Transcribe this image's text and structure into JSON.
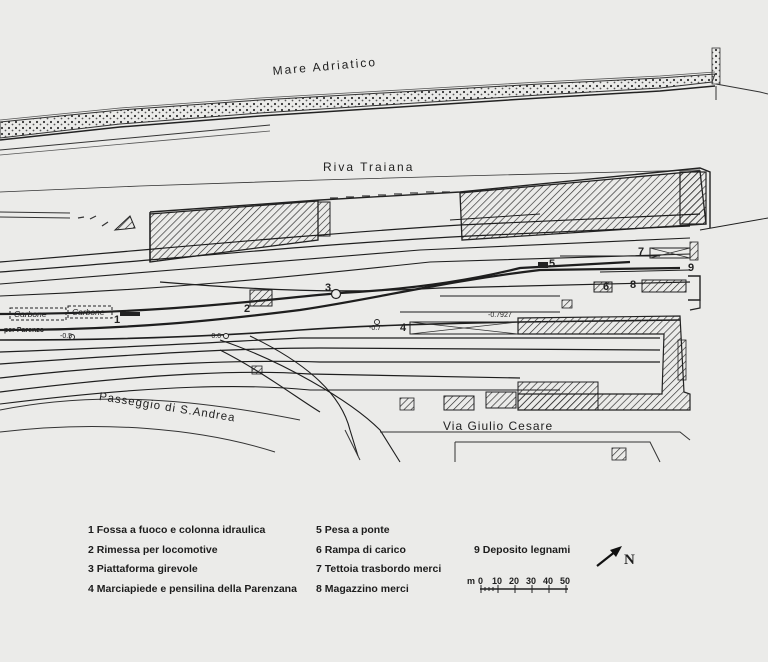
{
  "labels": {
    "sea": "Mare Adriatico",
    "quay": "Riva Traiana",
    "promenade": "Passeggio di S.Andrea",
    "street": "Via Giulio Cesare",
    "coal_1": "Carbone",
    "coal_2": "Carbone",
    "to_parenzo": "per Parenzo",
    "level_1": "-0.5",
    "level_2": "-0.6",
    "level_3": "-0.7",
    "level_4": "-0.7927"
  },
  "map_numbers": [
    "1",
    "2",
    "3",
    "4",
    "5",
    "6",
    "7",
    "8",
    "9"
  ],
  "legend": {
    "col1": [
      "1 Fossa a fuoco e colonna idraulica",
      "2 Rimessa per locomotive",
      "3 Piattaforma girevole",
      "4 Marciapiede e pensilina della Parenzana"
    ],
    "col2": [
      "5 Pesa a ponte",
      "6 Rampa di carico",
      "7 Tettoia trasbordo merci",
      "8 Magazzino merci"
    ],
    "col3": [
      "9 Deposito legnami"
    ]
  },
  "scale": {
    "unit": "m",
    "ticks": [
      "0",
      "10",
      "20",
      "30",
      "40",
      "50"
    ]
  },
  "north": "N",
  "colors": {
    "paper": "#ebebe9",
    "ink": "#1e1e1e"
  }
}
